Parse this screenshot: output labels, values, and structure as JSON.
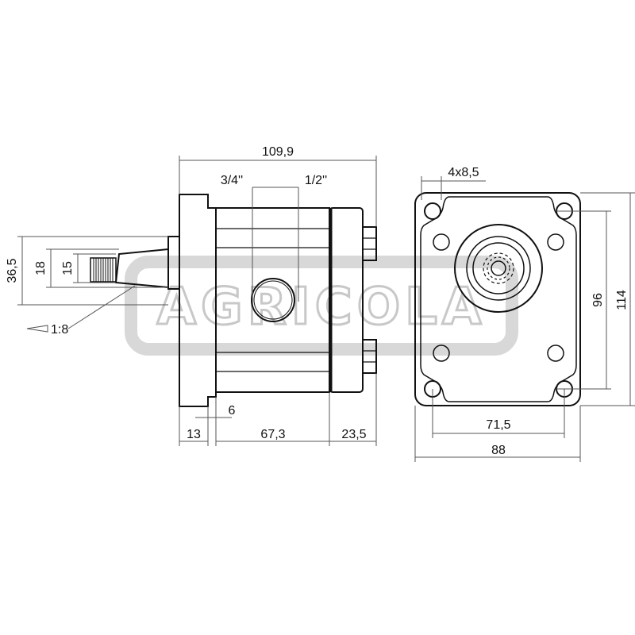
{
  "watermark": {
    "text": "AGRICOLA"
  },
  "dimensions": {
    "overall_length": "109,9",
    "inlet_port": "3/4''",
    "outlet_port": "1/2''",
    "flange_thickness": "13",
    "body_length": "67,3",
    "rear_cover": "23,5",
    "step": "6",
    "shaft_length": "36,5",
    "taper_large_dia": "18",
    "taper_small_dia": "15",
    "taper_ratio": "1:8",
    "holes": "4x8,5",
    "hole_spacing_v": "96",
    "flange_height": "114",
    "hole_spacing_h": "71,5",
    "flange_width": "88"
  },
  "colors": {
    "line": "#111111",
    "dim": "#555555",
    "watermark": "#c8c8c8"
  }
}
